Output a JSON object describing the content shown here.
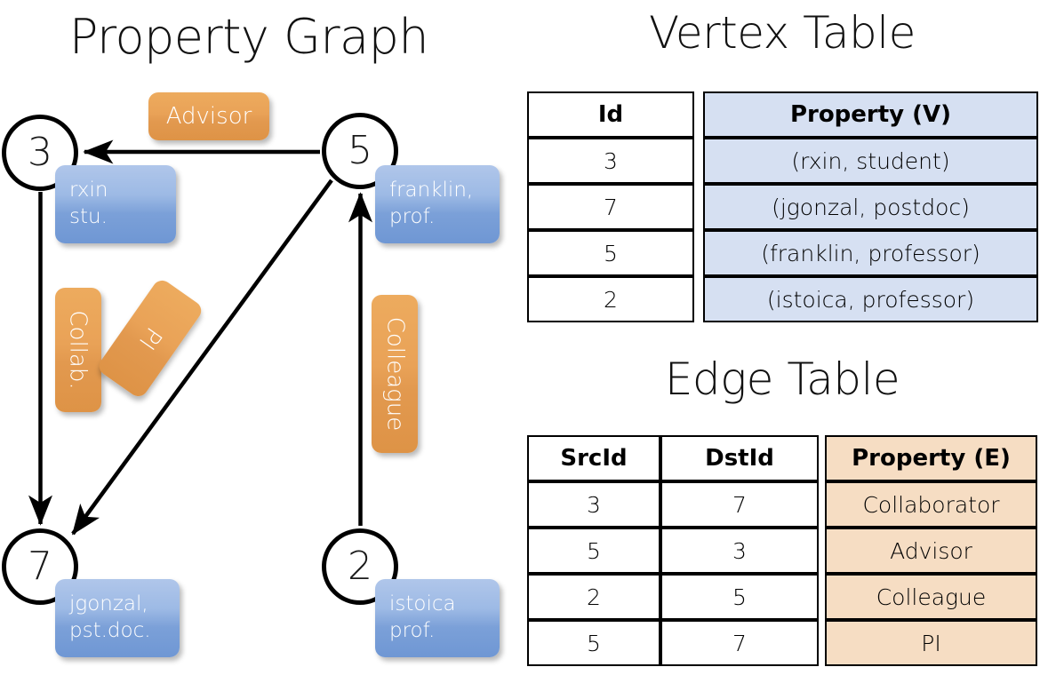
{
  "titles": {
    "graph": "Property Graph",
    "vertex_table": "Vertex Table",
    "edge_table": "Edge Table"
  },
  "graph": {
    "nodes": [
      {
        "id": "3",
        "label": "3",
        "property_line1": "rxin",
        "property_line2": "stu."
      },
      {
        "id": "5",
        "label": "5",
        "property_line1": "franklin,",
        "property_line2": "prof."
      },
      {
        "id": "7",
        "label": "7",
        "property_line1": "jgonzal,",
        "property_line2": "pst.doc."
      },
      {
        "id": "2",
        "label": "2",
        "property_line1": "istoica",
        "property_line2": "prof."
      }
    ],
    "edge_labels": [
      {
        "name": "advisor",
        "text": "Advisor",
        "orientation": "horizontal"
      },
      {
        "name": "collab",
        "text": "Collab.",
        "orientation": "vertical"
      },
      {
        "name": "pi",
        "text": "PI",
        "orientation": "diagonal"
      },
      {
        "name": "colleague",
        "text": "Colleague",
        "orientation": "vertical"
      }
    ],
    "edges": [
      {
        "from": "5",
        "to": "3",
        "label": "Advisor"
      },
      {
        "from": "3",
        "to": "7",
        "label": "Collab."
      },
      {
        "from": "5",
        "to": "7",
        "label": "PI"
      },
      {
        "from": "2",
        "to": "5",
        "label": "Colleague"
      }
    ]
  },
  "vertex_table": {
    "headers": [
      "Id",
      "Property (V)"
    ],
    "rows": [
      {
        "id": "3",
        "property": "(rxin, student)"
      },
      {
        "id": "7",
        "property": "(jgonzal, postdoc)"
      },
      {
        "id": "5",
        "property": "(franklin, professor)"
      },
      {
        "id": "2",
        "property": "(istoica, professor)"
      }
    ]
  },
  "edge_table": {
    "headers": [
      "SrcId",
      "DstId",
      "Property (E)"
    ],
    "rows": [
      {
        "src": "3",
        "dst": "7",
        "property": "Collaborator"
      },
      {
        "src": "5",
        "dst": "3",
        "property": "Advisor"
      },
      {
        "src": "2",
        "dst": "5",
        "property": "Colleague"
      },
      {
        "src": "5",
        "dst": "7",
        "property": "PI"
      }
    ]
  },
  "colors": {
    "vertex_property_fill": "#d6e0f2",
    "edge_property_fill": "#f6ddc3",
    "vertex_box_fill": "#8fb0e0",
    "edge_label_fill": "#e8a257",
    "stroke": "#000000"
  }
}
